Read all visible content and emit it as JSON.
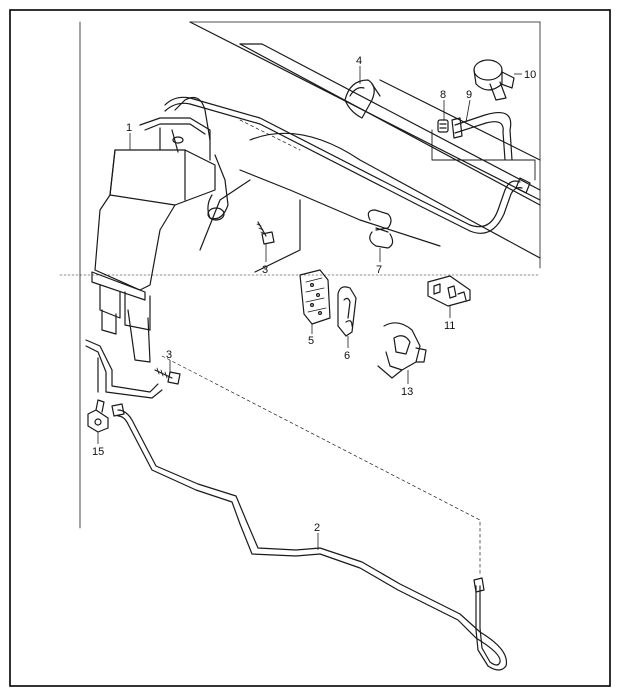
{
  "diagram": {
    "callouts": [
      {
        "id": "c1",
        "label": "1"
      },
      {
        "id": "c2",
        "label": "2"
      },
      {
        "id": "c3a",
        "label": "3"
      },
      {
        "id": "c3b",
        "label": "3"
      },
      {
        "id": "c4",
        "label": "4"
      },
      {
        "id": "c5",
        "label": "5"
      },
      {
        "id": "c6",
        "label": "6"
      },
      {
        "id": "c7",
        "label": "7"
      },
      {
        "id": "c8",
        "label": "8"
      },
      {
        "id": "c9",
        "label": "9"
      },
      {
        "id": "c10",
        "label": "10"
      },
      {
        "id": "c11",
        "label": "11"
      },
      {
        "id": "c13",
        "label": "13"
      },
      {
        "id": "c15",
        "label": "15"
      }
    ],
    "colors": {
      "line": "#1a1a1a",
      "background": "#ffffff",
      "border": "#000000"
    }
  }
}
